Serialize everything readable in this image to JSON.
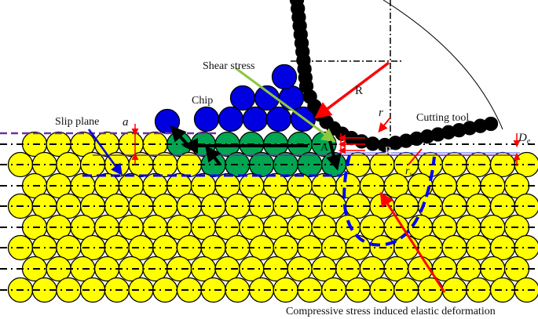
{
  "labels": {
    "shear_stress": "Shear stress",
    "chip": "Chip",
    "slip_plane": "Slip plane",
    "a": "a",
    "R": "R",
    "cutting_tool": "Cutting tool",
    "r": "r",
    "A": "A",
    "B": "B",
    "De_main": "D",
    "De_sub": "e",
    "rw_main": "r",
    "rw_sub": "w",
    "compressive": "Compressive stress induced elastic deformation"
  },
  "colors": {
    "workpiece_atom": "#ffff00",
    "deformed_atom": "#00a651",
    "chip_atom": "#0000e0",
    "tool_atom": "#000000",
    "stress_arrow": "#ff0000",
    "shear_arrow": "#8dc63f",
    "slip_arrow": "#0000e0",
    "boundary_purple": "#7030a0",
    "boundary_blue": "#0000ff"
  }
}
